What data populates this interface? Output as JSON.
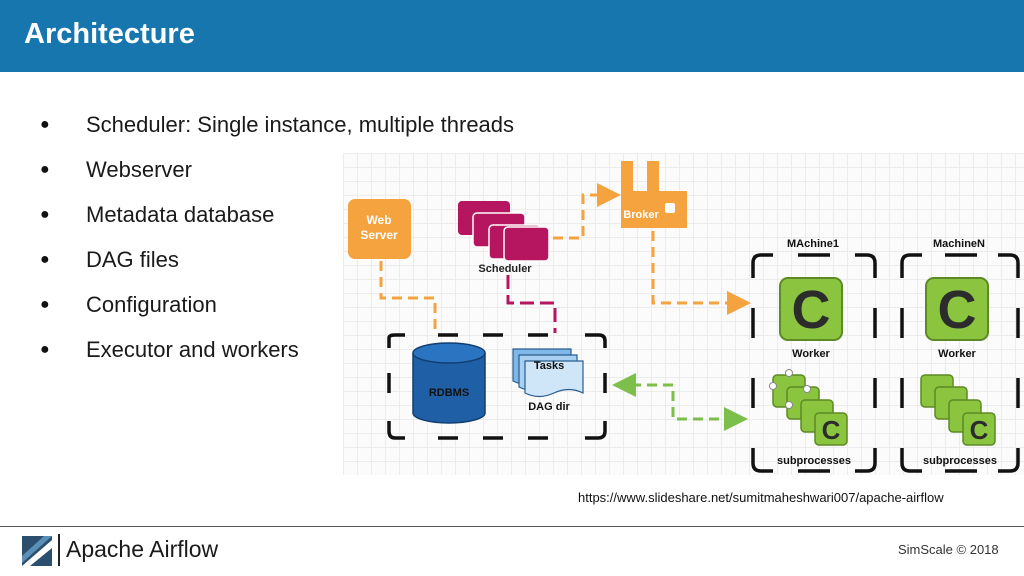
{
  "header": {
    "title": "Architecture"
  },
  "bullets": [
    "Scheduler: Single instance, multiple threads",
    "Webserver",
    "Metadata database",
    "DAG files",
    "Configuration",
    "Executor and workers"
  ],
  "diagram": {
    "web_server": [
      "Web",
      "Server"
    ],
    "broker": "Broker",
    "scheduler": "Scheduler",
    "machine1": "MAchine1",
    "machineN": "MachineN",
    "worker": "Worker",
    "subprocesses": "subprocesses",
    "rdbms": "RDBMS",
    "tasks": "Tasks",
    "dag_dir": "DAG dir",
    "worker_logo": "C",
    "colors": {
      "web_server": "#f5a33f",
      "broker": "#f5a33f",
      "scheduler": "#b5165f",
      "rdbms": "#1f5fa5",
      "celery": "#8bc53f",
      "celery_dark": "#5d8a24",
      "arrow_orange": "#f5a33f",
      "arrow_green": "#7cbf4a",
      "dash_pink": "#b5165f"
    }
  },
  "source_url": "https://www.slideshare.net/sumitmaheshwari007/apache-airflow",
  "footer": {
    "title": "Apache Airflow",
    "copyright": "SimScale © 2018"
  }
}
